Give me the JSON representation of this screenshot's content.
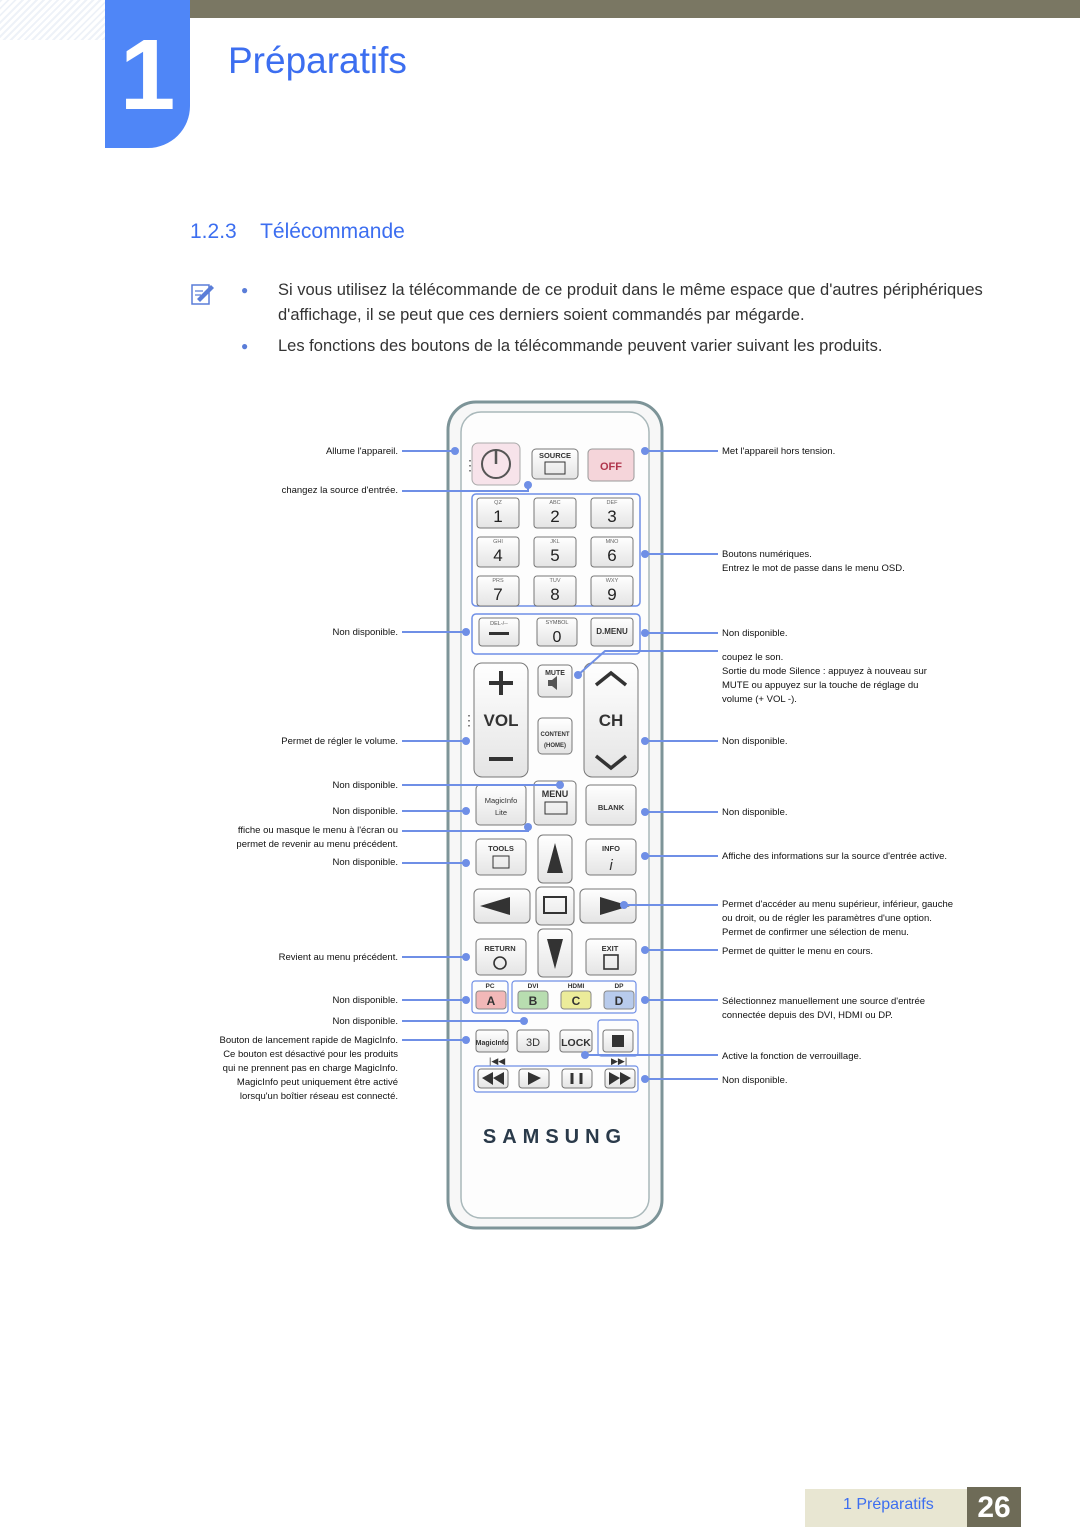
{
  "header": {
    "chapter_number": "1",
    "chapter_title": "Préparatifs"
  },
  "section": {
    "number": "1.2.3",
    "title": "Télécommande"
  },
  "bullets": [
    "Si vous utilisez la télécommande de ce produit dans le même espace que d'autres périphériques",
    "d'affichage, il se peut que ces derniers soient commandés par mégarde.",
    "Les fonctions des boutons de la télécommande peuvent varier suivant les produits."
  ],
  "labels_left": {
    "power": "Allume l'appareil.",
    "source": "changez la source d'entrée.",
    "del": "Non disponible.",
    "vol": "Permet de régler le volume.",
    "content": "Non disponible.",
    "magicinfo_lite": "Non disponible.",
    "menu_1": "ffiche ou masque le menu à l'écran ou",
    "menu_2": "permet de revenir au menu précédent.",
    "tools": "Non disponible.",
    "return": "Revient au menu précédent.",
    "pc": "Non disponible.",
    "dvi": "Non disponible.",
    "magicinfo_1": "Bouton de lancement rapide de MagicInfo.",
    "magicinfo_2": "Ce bouton est désactivé pour les produits",
    "magicinfo_3": "qui ne prennent pas en charge MagicInfo.",
    "magicinfo_4": "MagicInfo peut uniquement être activé",
    "magicinfo_5": "lorsqu'un boîtier réseau est connecté."
  },
  "labels_right": {
    "off": "Met l'appareil hors tension.",
    "num_1": "Boutons numériques.",
    "num_2": "Entrez le mot de passe dans le menu OSD.",
    "dmenu": "Non disponible.",
    "mute_1": "coupez le son.",
    "mute_2": "Sortie du mode Silence : appuyez à nouveau sur",
    "mute_3": "MUTE ou appuyez sur la touche de réglage du",
    "mute_4": "volume (+  VOL  -).",
    "ch": "Non disponible.",
    "blank": "Non disponible.",
    "info": "Affiche des informations sur la source d'entrée active.",
    "arrows_1": "Permet d'accéder au menu supérieur, inférieur, gauche",
    "arrows_2": "ou droit, ou de régler les paramètres d'une option.",
    "arrows_3": "Permet de confirmer une sélection de menu.",
    "exit": "Permet de quitter le menu en cours.",
    "hdmi_1": "Sélectionnez manuellement une source d'entrée",
    "hdmi_2": "connectée depuis des DVI, HDMI ou DP.",
    "lock": "Active la fonction de verrouillage.",
    "media": "Non disponible."
  },
  "remote": {
    "source": "SOURCE",
    "off": "OFF",
    "keys": [
      {
        "num": "1",
        "sub": "QZ"
      },
      {
        "num": "2",
        "sub": "ABC"
      },
      {
        "num": "3",
        "sub": "DEF"
      },
      {
        "num": "4",
        "sub": "GHI"
      },
      {
        "num": "5",
        "sub": "JKL"
      },
      {
        "num": "6",
        "sub": "MNO"
      },
      {
        "num": "7",
        "sub": "PRS"
      },
      {
        "num": "8",
        "sub": "TUV"
      },
      {
        "num": "9",
        "sub": "WXY"
      }
    ],
    "del": "DEL-/--",
    "symbol": "SYMBOL",
    "zero": "0",
    "dmenu": "D.MENU",
    "mute": "MUTE",
    "vol": "VOL",
    "ch": "CH",
    "content": "CONTENT",
    "home": "(HOME)",
    "magicinfo": "MagicInfo",
    "lite": "Lite",
    "menu": "MENU",
    "blank": "BLANK",
    "tools": "TOOLS",
    "info": "INFO",
    "return": "RETURN",
    "exit": "EXIT",
    "pc": "PC",
    "dvi": "DVI",
    "hdmi": "HDMI",
    "dp": "DP",
    "a": "A",
    "b": "B",
    "c": "C",
    "d": "D",
    "mi": "MagicInfo",
    "three_d": "3D",
    "lock": "LOCK",
    "brand": "SAMSUNG"
  },
  "footer": {
    "label": "1 Préparatifs",
    "page": "26"
  },
  "colors": {
    "accent": "#3c6ef0",
    "callout": "#6f8fe6",
    "band": "#7a7763"
  }
}
